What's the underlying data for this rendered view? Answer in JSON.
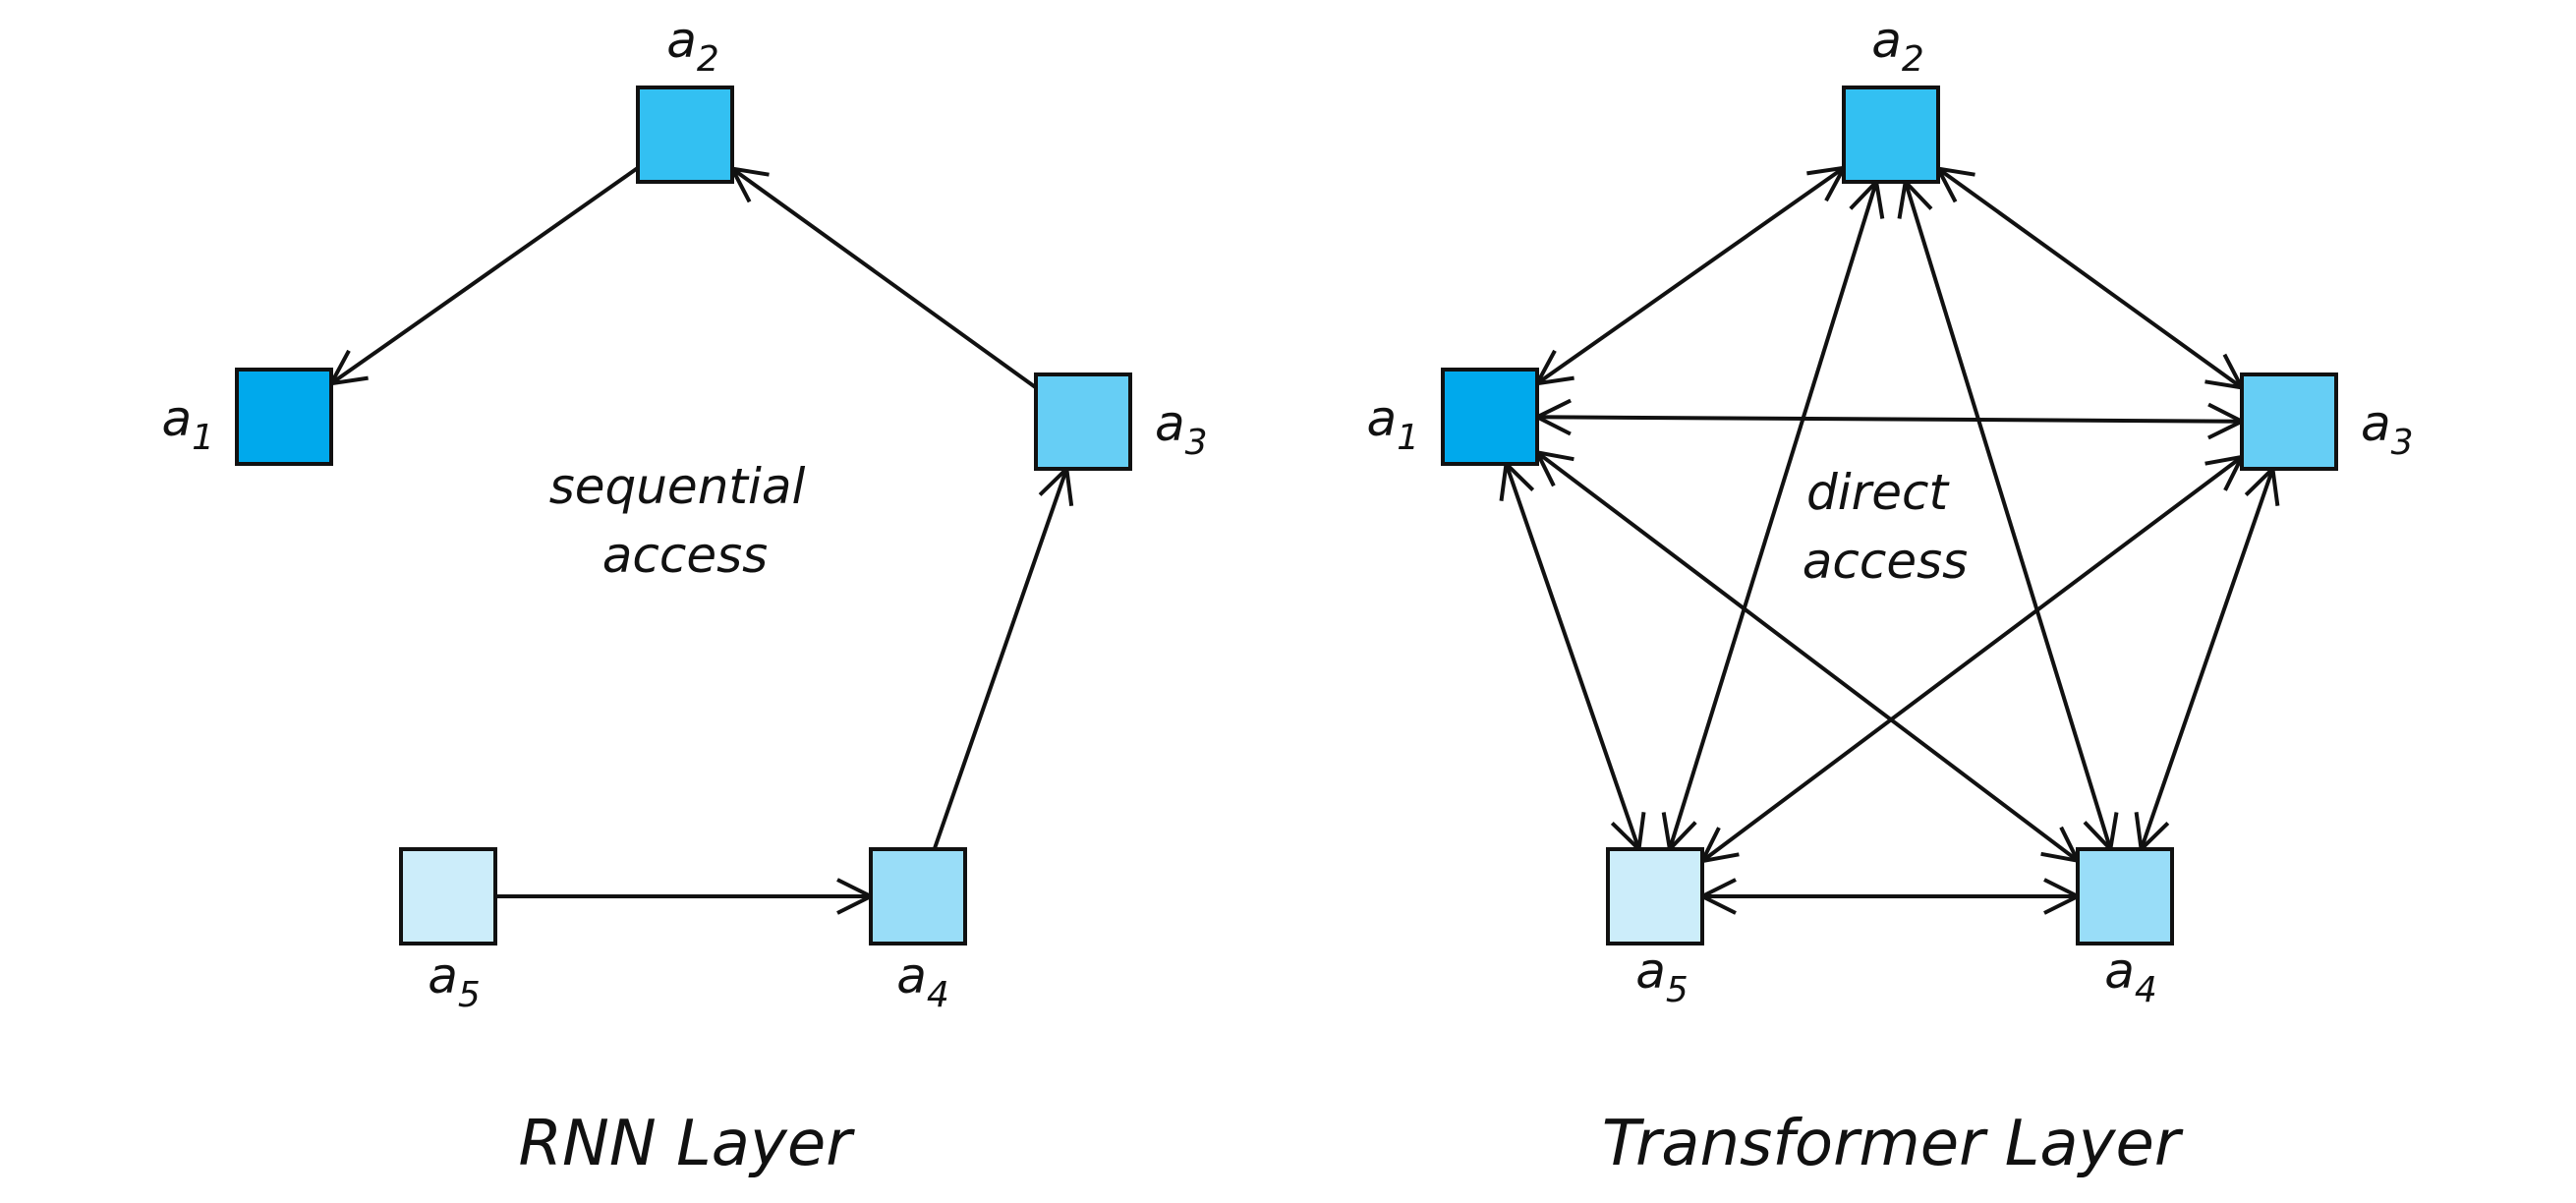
{
  "panels": [
    {
      "id": "rnn",
      "title": "RNN Layer",
      "center_lines": [
        "sequential",
        "access"
      ],
      "nodes": [
        {
          "id": "a1",
          "base": "a",
          "sub": "1",
          "color": "#00A9EC"
        },
        {
          "id": "a2",
          "base": "a",
          "sub": "2",
          "color": "#33C0F2"
        },
        {
          "id": "a3",
          "base": "a",
          "sub": "3",
          "color": "#66CEF5"
        },
        {
          "id": "a4",
          "base": "a",
          "sub": "4",
          "color": "#99DDF8"
        },
        {
          "id": "a5",
          "base": "a",
          "sub": "5",
          "color": "#CCEDFA"
        }
      ],
      "edges": [
        {
          "from": "a5",
          "to": "a4",
          "directed": "forward"
        },
        {
          "from": "a4",
          "to": "a3",
          "directed": "forward"
        },
        {
          "from": "a3",
          "to": "a2",
          "directed": "forward"
        },
        {
          "from": "a2",
          "to": "a1",
          "directed": "forward"
        }
      ]
    },
    {
      "id": "transformer",
      "title": "Transformer Layer",
      "center_lines": [
        "direct",
        "access"
      ],
      "nodes": [
        {
          "id": "a1",
          "base": "a",
          "sub": "1",
          "color": "#00A9EC"
        },
        {
          "id": "a2",
          "base": "a",
          "sub": "2",
          "color": "#33C0F2"
        },
        {
          "id": "a3",
          "base": "a",
          "sub": "3",
          "color": "#66CEF5"
        },
        {
          "id": "a4",
          "base": "a",
          "sub": "4",
          "color": "#99DDF8"
        },
        {
          "id": "a5",
          "base": "a",
          "sub": "5",
          "color": "#CCEDFA"
        }
      ],
      "edges": [
        {
          "from": "a1",
          "to": "a2",
          "directed": "both"
        },
        {
          "from": "a1",
          "to": "a3",
          "directed": "both"
        },
        {
          "from": "a1",
          "to": "a4",
          "directed": "both"
        },
        {
          "from": "a1",
          "to": "a5",
          "directed": "both"
        },
        {
          "from": "a2",
          "to": "a3",
          "directed": "both"
        },
        {
          "from": "a2",
          "to": "a4",
          "directed": "both"
        },
        {
          "from": "a2",
          "to": "a5",
          "directed": "both"
        },
        {
          "from": "a3",
          "to": "a4",
          "directed": "both"
        },
        {
          "from": "a3",
          "to": "a5",
          "directed": "both"
        },
        {
          "from": "a4",
          "to": "a5",
          "directed": "both"
        }
      ]
    }
  ]
}
